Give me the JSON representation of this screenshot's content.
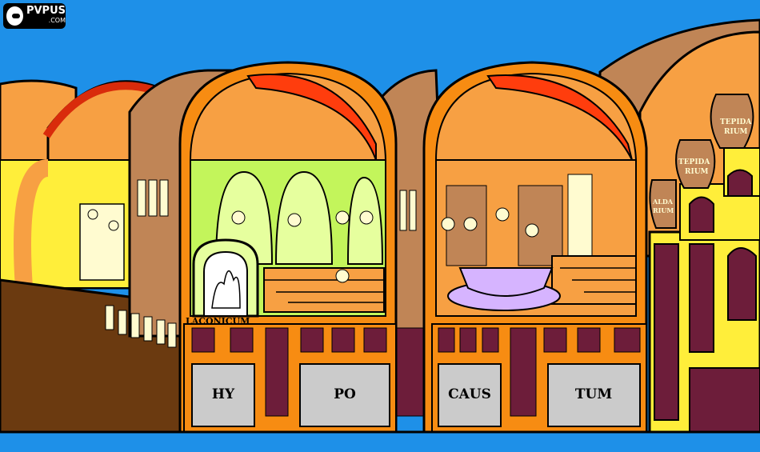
{
  "brand": {
    "name": "PVPUS",
    "domain": ".COM"
  },
  "labels": {
    "laconicum": "LACONICUM",
    "tepidarium_top": "TEPIDA",
    "tepidarium_top2": "RIUM",
    "tepidarium_mid": "TEPIDA",
    "tepidarium_mid2": "RIUM",
    "tepidarium_low": "ALDA",
    "tepidarium_low2": "RIUM"
  },
  "plaques": [
    "HY",
    "PO",
    "CAUS",
    "TUM"
  ],
  "colors": {
    "sky": "#1e90e8",
    "dome_orange": "#f7a043",
    "dome_red": "#ff3d0d",
    "wall_brown": "#c08556",
    "frame_orange": "#f78c12",
    "lime": "#c3f55b",
    "yellow": "#ffee3a",
    "maroon": "#6d1d3a",
    "plaque_gray": "#cbcbcb",
    "floor_brown": "#6b3a10"
  }
}
